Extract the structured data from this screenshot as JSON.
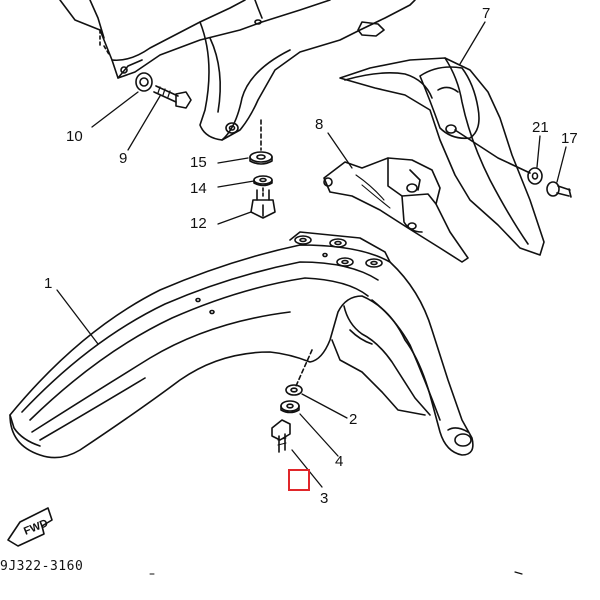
{
  "callouts": {
    "c1": "1",
    "c2": "2",
    "c3": "3",
    "c4": "4",
    "c7": "7",
    "c8": "8",
    "c9": "9",
    "c10": "10",
    "c12": "12",
    "c14": "14",
    "c15": "15",
    "c17": "17",
    "c21": "21"
  },
  "fwd_label": "FWD",
  "doc_code": "9J322-3160",
  "highlight_color": "#e0262a"
}
